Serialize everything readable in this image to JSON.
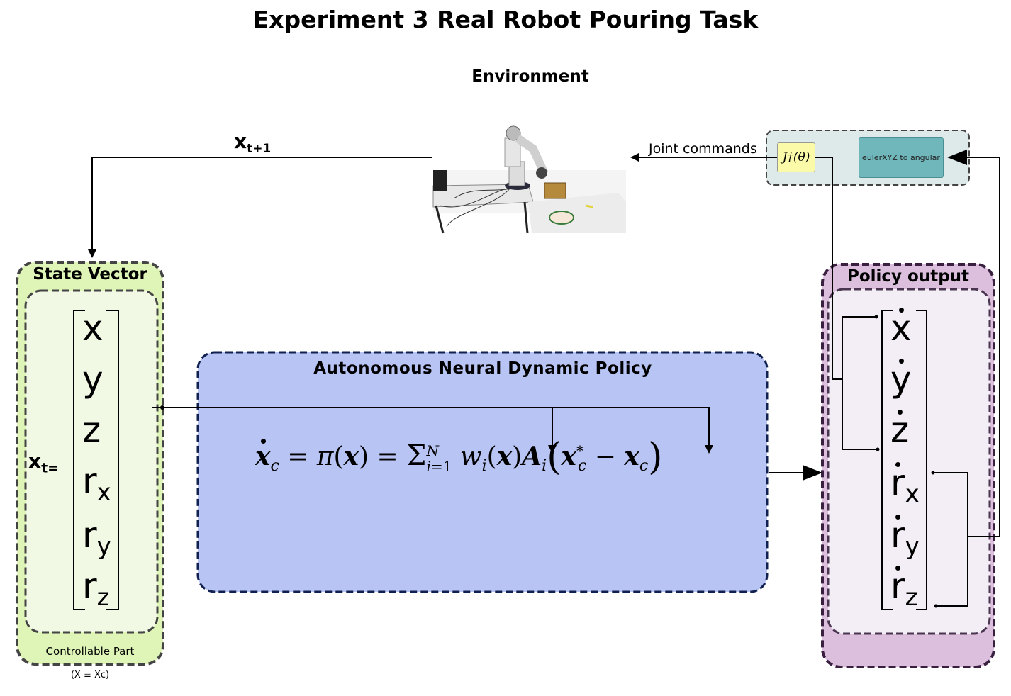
{
  "title": "Experiment 3 Real Robot Pouring Task",
  "environment": {
    "label": "Environment"
  },
  "state": {
    "title": "State Vector",
    "vector_label": "x",
    "vector_sub": "t=",
    "items": [
      {
        "base": "x",
        "sub": ""
      },
      {
        "base": "y",
        "sub": ""
      },
      {
        "base": "z",
        "sub": ""
      },
      {
        "base": "r",
        "sub": "x"
      },
      {
        "base": "r",
        "sub": "y"
      },
      {
        "base": "r",
        "sub": "z"
      }
    ],
    "controllable_label": "Controllable Part",
    "equiv_label": "(X ≡ Xc)"
  },
  "feedback": {
    "label": "x",
    "sub": "t+1"
  },
  "policy": {
    "title": "Autonomous Neural Dynamic Policy",
    "equation": "ẋc = π(x) = Σ_{i=1}^{N} wi(x) Ai (x*c − xc)"
  },
  "policy_output": {
    "title": "Policy output",
    "items": [
      {
        "base": "x",
        "sub": ""
      },
      {
        "base": "y",
        "sub": ""
      },
      {
        "base": "z",
        "sub": ""
      },
      {
        "base": "r",
        "sub": "x"
      },
      {
        "base": "r",
        "sub": "y"
      },
      {
        "base": "r",
        "sub": "z"
      }
    ]
  },
  "conversion": {
    "joint_commands_label": "Joint commands",
    "jacobian_label": "J†(θ)",
    "euler_label": "eulerXYZ to angular"
  },
  "colors": {
    "state_outer": "#dff5b7",
    "state_inner": "#f1f9e5",
    "policy_box": "#b8c4f3",
    "output_outer": "#dcbedd",
    "output_inner": "#f3eef5",
    "conversion_box": "#deeaea",
    "euler_box": "#6fb7bb",
    "jacobian_box": "#fafaa8"
  }
}
